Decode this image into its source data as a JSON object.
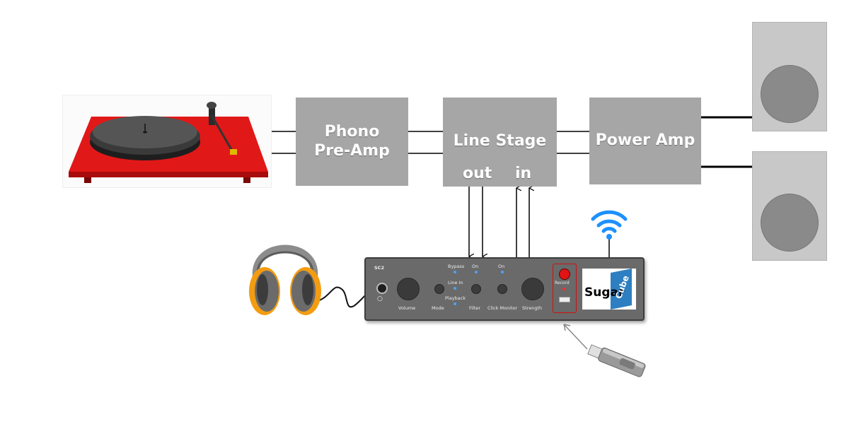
{
  "blocks": {
    "phono": "Phono\nPre-Amp",
    "line_stage": "Line Stage",
    "power_amp": "Power Amp"
  },
  "ports": {
    "out": "out",
    "in": "in"
  },
  "panel": {
    "model": "SC2",
    "volume": "Volume",
    "mode": "Mode",
    "bypass": "Bypass",
    "line_in": "Line In",
    "playback": "Playback",
    "on_filter": "On",
    "filter": "Filter",
    "on_click": "On",
    "click_monitor": "Click Monitor",
    "strength": "Strength",
    "record": "Record",
    "logo_word1": "Sugar",
    "logo_word2": "Cube"
  },
  "colors": {
    "block_gray": "#a6a6a6",
    "turntable_red": "#e01010",
    "panel_gray": "#6a6a6a",
    "led_blue": "#4aa3ff",
    "wifi_blue": "#1e90ff",
    "headphone_orange": "#f39c12",
    "logo_blue": "#2d7fc1"
  },
  "icons": [
    "turntable-image",
    "headphones-icon",
    "wifi-icon",
    "usb-drive-icon",
    "speaker-icon"
  ]
}
